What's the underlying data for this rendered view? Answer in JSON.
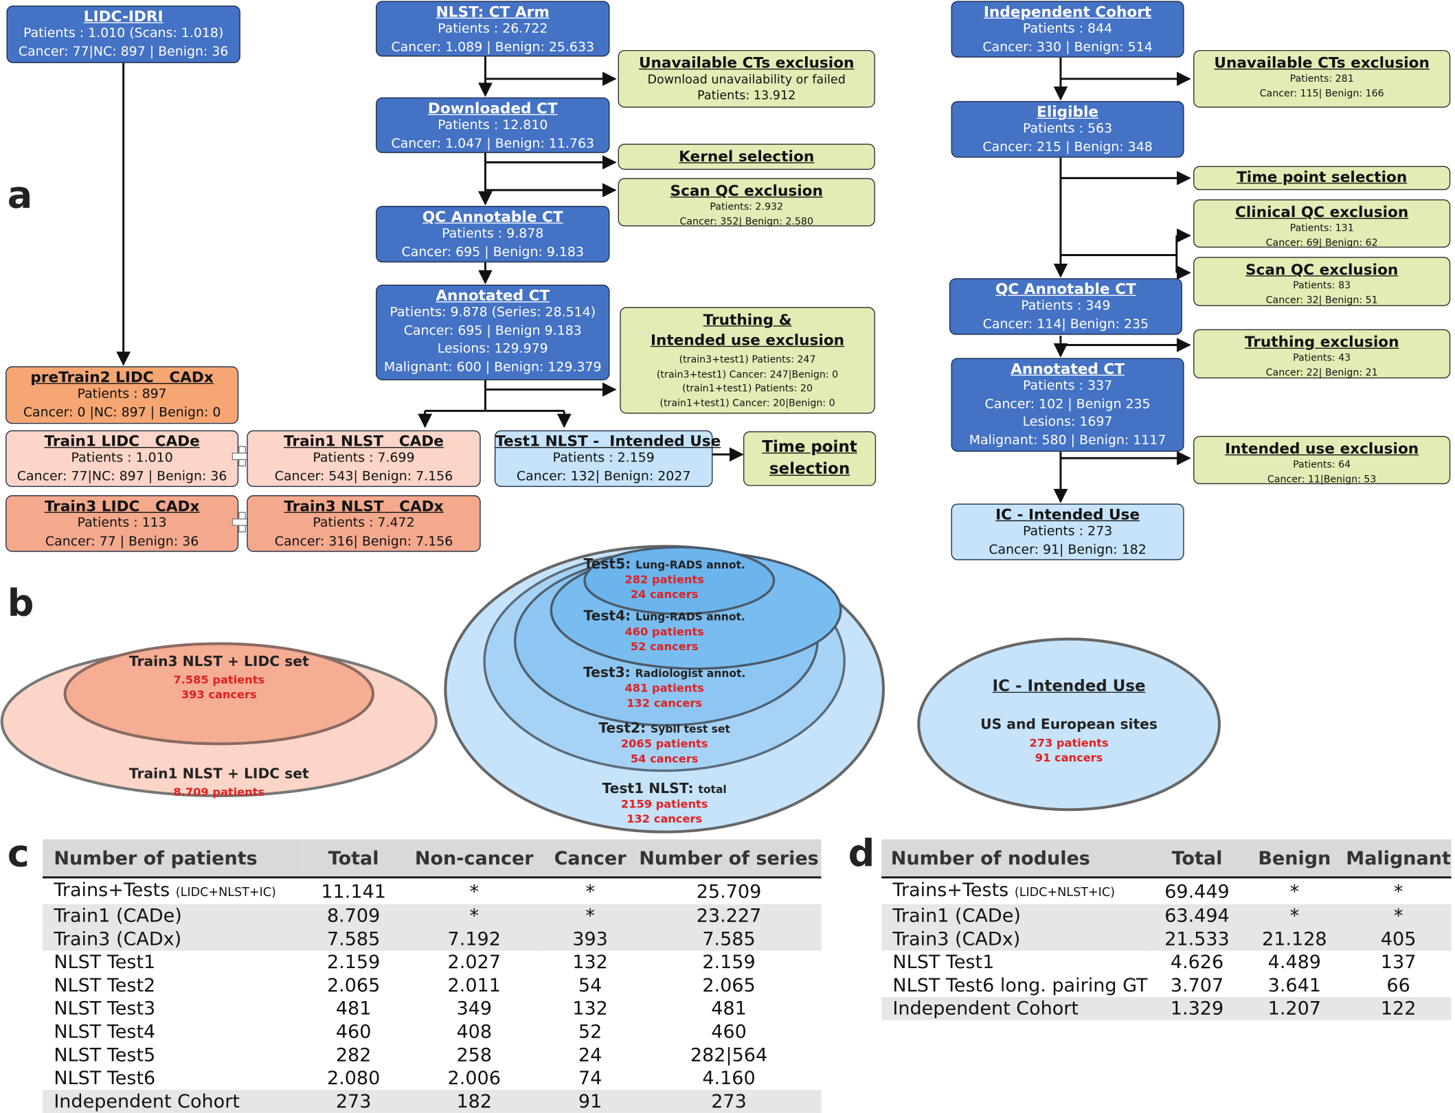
{
  "panels": {
    "a": "a",
    "b": "b",
    "c": "c",
    "d": "d"
  },
  "flow": {
    "lidc": {
      "title": "LIDC-IDRI",
      "l1": "Patients : 1.010 (Scans: 1.018)",
      "l2": "Cancer: 77|NC: 897 | Benign: 36"
    },
    "nlst_arm": {
      "title": "NLST: CT Arm",
      "l1": "Patients : 26.722",
      "l2": "Cancer:  1.089 | Benign: 25.633"
    },
    "unavail1": {
      "title": "Unavailable CTs exclusion",
      "l1": "Download unavailability or failed",
      "l2": "Patients: 13.912"
    },
    "downloaded": {
      "title": "Downloaded CT",
      "l1": "Patients : 12.810",
      "l2": "Cancer:  1.047 | Benign: 11.763"
    },
    "kernel": {
      "title": "Kernel selection"
    },
    "scanqc1": {
      "title": "Scan QC exclusion",
      "l1": "Patients: 2.932",
      "l2": "Cancer: 352| Benign: 2.580"
    },
    "qc_ann": {
      "title": "QC Annotable CT",
      "l1": "Patients : 9.878",
      "l2": "Cancer:  695 | Benign: 9.183"
    },
    "annotated": {
      "title": "Annotated CT",
      "l1": "Patients: 9.878 (Series: 28.514)",
      "l2": "Cancer:  695 | Benign 9.183",
      "l3": "Lesions: 129.979",
      "l4": "Malignant: 600 | Benign: 129.379"
    },
    "truthing": {
      "title1": "Truthing &",
      "title2": "Intended use exclusion",
      "l1": "(train3+test1) Patients: 247",
      "l2": "(train3+test1) Cancer: 247|Benign: 0",
      "l3": "(train1+test1) Patients: 20",
      "l4": "(train1+test1) Cancer: 20|Benign: 0"
    },
    "pretrain2": {
      "title": "preTrain2 LIDC   CADx",
      "l1": "Patients : 897",
      "l2": "Cancer: 0 |NC: 897 | Benign: 0"
    },
    "train1_lidc": {
      "title": "Train1 LIDC   CADe",
      "l1": "Patients : 1.010",
      "l2": "Cancer: 77|NC: 897 | Benign: 36"
    },
    "train1_nlst": {
      "title": "Train1 NLST   CADe",
      "l1": "Patients : 7.699",
      "l2": "Cancer: 543| Benign: 7.156"
    },
    "train3_lidc": {
      "title": "Train3 LIDC   CADx",
      "l1": "Patients : 113",
      "l2": "Cancer:  77 | Benign: 36"
    },
    "train3_nlst": {
      "title": "Train3 NLST   CADx",
      "l1": "Patients : 7.472",
      "l2": "Cancer: 316| Benign: 7.156"
    },
    "test1": {
      "title": "Test1 NLST -  Intended Use",
      "l1": "Patients : 2.159",
      "l2": "Cancer: 132| Benign: 2027"
    },
    "timepoint1": {
      "title1": "Time point",
      "title2": "selection"
    },
    "ic": {
      "title": "Independent Cohort",
      "l1": "Patients : 844",
      "l2": "Cancer: 330 | Benign: 514"
    },
    "unavail2": {
      "title": "Unavailable CTs exclusion",
      "l1": "Patients: 281",
      "l2": "Cancer: 115| Benign: 166"
    },
    "eligible": {
      "title": "Eligible",
      "l1": "Patients :  563",
      "l2": "Cancer:  215 | Benign: 348"
    },
    "timepoint2": {
      "title": "Time point selection"
    },
    "clinqc": {
      "title": "Clinical QC exclusion",
      "l1": "Patients: 131",
      "l2": "Cancer: 69| Benign: 62"
    },
    "scanqc2": {
      "title": "Scan QC exclusion",
      "l1": "Patients: 83",
      "l2": "Cancer: 32| Benign: 51"
    },
    "qc_ann2": {
      "title": "QC Annotable CT",
      "l1": "Patients : 349",
      "l2": "Cancer:  114| Benign: 235"
    },
    "truth2": {
      "title": "Truthing exclusion",
      "l1": "Patients: 43",
      "l2": "Cancer: 22| Benign: 21"
    },
    "annotated2": {
      "title": "Annotated CT",
      "l1": "Patients : 337",
      "l2": "Cancer:  102 | Benign 235",
      "l3": "Lesions: 1697",
      "l4": "Malignant: 580 | Benign: 1117"
    },
    "intended2": {
      "title": "Intended use exclusion",
      "l1": "Patients: 64",
      "l2": "Cancer: 11|Benign: 53"
    },
    "ic_intended": {
      "title": "IC - Intended Use",
      "l1": "Patients : 273",
      "l2": "Cancer: 91| Benign: 182"
    }
  },
  "venn": {
    "train3": {
      "title": "Train3 NLST + LIDC set",
      "l1": "7.585 patients",
      "l2": "393 cancers"
    },
    "train1": {
      "title": "Train1 NLST + LIDC set",
      "l1": "8.709 patients"
    },
    "test5": {
      "title": "Test5:",
      "sub": "Lung-RADS annot.",
      "l1": "282 patients",
      "l2": "24 cancers"
    },
    "test4": {
      "title": "Test4:",
      "sub": "Lung-RADS annot.",
      "l1": "460 patients",
      "l2": "52 cancers"
    },
    "test3": {
      "title": "Test3:",
      "sub": "Radiologist annot.",
      "l1": "481 patients",
      "l2": "132 cancers"
    },
    "test2": {
      "title": "Test2:",
      "sub": "Sybil test set",
      "l1": "2065 patients",
      "l2": "54 cancers"
    },
    "test1": {
      "title": "Test1 NLST:",
      "sub": "total",
      "l1": "2159 patients",
      "l2": "132 cancers"
    },
    "ic": {
      "title": "IC - Intended Use",
      "sub": "US and European sites",
      "l1": "273 patients",
      "l2": "91 cancers"
    }
  },
  "table_c": {
    "headers": [
      "Number of patients",
      "Total",
      "Non-cancer",
      "Cancer",
      "Number of series"
    ],
    "rows": [
      {
        "name": "Trains+Tests",
        "note": "(LIDC+NLST+IC)",
        "total": "11.141",
        "noncancer": "*",
        "cancer": "*",
        "series": "25.709",
        "shade": false
      },
      {
        "name": "Train1 (CADe)",
        "note": "",
        "total": "8.709",
        "noncancer": "*",
        "cancer": "*",
        "series": "23.227",
        "shade": true
      },
      {
        "name": "Train3 (CADx)",
        "note": "",
        "total": "7.585",
        "noncancer": "7.192",
        "cancer": "393",
        "series": "7.585",
        "shade": true
      },
      {
        "name": "NLST Test1",
        "note": "",
        "total": "2.159",
        "noncancer": "2.027",
        "cancer": "132",
        "series": "2.159",
        "shade": false
      },
      {
        "name": "NLST Test2",
        "note": "",
        "total": "2.065",
        "noncancer": "2.011",
        "cancer": "54",
        "series": "2.065",
        "shade": false
      },
      {
        "name": "NLST Test3",
        "note": "",
        "total": "481",
        "noncancer": "349",
        "cancer": "132",
        "series": "481",
        "shade": false
      },
      {
        "name": "NLST Test4",
        "note": "",
        "total": "460",
        "noncancer": "408",
        "cancer": "52",
        "series": "460",
        "shade": false
      },
      {
        "name": "NLST Test5",
        "note": "",
        "total": "282",
        "noncancer": "258",
        "cancer": "24",
        "series": "282|564",
        "shade": false
      },
      {
        "name": "NLST Test6",
        "note": "",
        "total": "2.080",
        "noncancer": "2.006",
        "cancer": "74",
        "series": "4.160",
        "shade": false
      },
      {
        "name": "Independent Cohort",
        "note": "",
        "total": "273",
        "noncancer": "182",
        "cancer": "91",
        "series": "273",
        "shade": true
      }
    ]
  },
  "table_d": {
    "headers": [
      "Number of nodules",
      "Total",
      "Benign",
      "Malignant"
    ],
    "rows": [
      {
        "name": "Trains+Tests",
        "note": "(LIDC+NLST+IC)",
        "total": "69.449",
        "benign": "*",
        "malignant": "*",
        "shade": false
      },
      {
        "name": "Train1 (CADe)",
        "note": "",
        "total": "63.494",
        "benign": "*",
        "malignant": "*",
        "shade": true
      },
      {
        "name": "Train3 (CADx)",
        "note": "",
        "total": "21.533",
        "benign": "21.128",
        "malignant": "405",
        "shade": true
      },
      {
        "name": "NLST Test1",
        "note": "",
        "total": "4.626",
        "benign": "4.489",
        "malignant": "137",
        "shade": false
      },
      {
        "name": "NLST Test6 long. pairing GT",
        "note": "",
        "total": "3.707",
        "benign": "3.641",
        "malignant": "66",
        "shade": false
      },
      {
        "name": "Independent Cohort",
        "note": "",
        "total": "1.329",
        "benign": "1.207",
        "malignant": "122",
        "shade": true
      }
    ]
  }
}
